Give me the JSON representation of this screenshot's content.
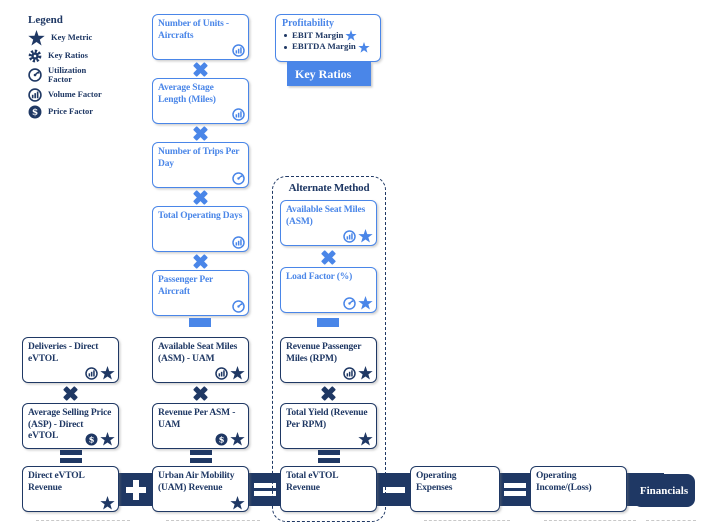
{
  "colors": {
    "accent_blue": "#4a86e8",
    "navy": "#1f3864",
    "white": "#ffffff"
  },
  "legend": {
    "title": "Legend",
    "items": [
      {
        "icon": "key-metric-star-icon",
        "label": "Key Metric"
      },
      {
        "icon": "key-ratios-gear-icon",
        "label": "Key Ratios"
      },
      {
        "icon": "utilization-factor-icon",
        "label": "Utilization Factor"
      },
      {
        "icon": "volume-factor-icon",
        "label": "Volume Factor"
      },
      {
        "icon": "price-factor-icon",
        "label": "Price Factor"
      }
    ]
  },
  "profitability": {
    "title": "Profitability",
    "items": [
      {
        "label": "EBIT Margin",
        "icon": "key-metric-star-icon"
      },
      {
        "label": "EBITDA Margin",
        "icon": "key-metric-star-icon"
      }
    ]
  },
  "key_ratios_banner": "Key Ratios",
  "alternate_method_title": "Alternate Method",
  "boxes": {
    "units": {
      "label": "Number of Units - Aircrafts",
      "icon": "volume-factor-icon"
    },
    "stage_length": {
      "label": "Average Stage Length (Miles)",
      "icon": "volume-factor-icon"
    },
    "trips_per_day": {
      "label": "Number of Trips Per Day",
      "icon": "utilization-factor-icon"
    },
    "operating_days": {
      "label": "Total Operating Days",
      "icon": "volume-factor-icon"
    },
    "passenger_per_aircraft": {
      "label": "Passenger Per Aircraft",
      "icon": "utilization-factor-icon"
    },
    "asm_alt": {
      "label": "Available Seat Miles (ASM)",
      "icon": "volume-factor-icon",
      "key_metric": true
    },
    "load_factor": {
      "label": "Load Factor (%)",
      "icon": "utilization-factor-icon",
      "key_metric": true
    },
    "rpm": {
      "label": "Revenue Passenger Miles (RPM)",
      "icon": "volume-factor-icon",
      "key_metric": true
    },
    "total_yield": {
      "label": "Total Yield (Revenue Per RPM)",
      "key_metric": true
    },
    "deliveries": {
      "label": "Deliveries - Direct eVTOL",
      "icon": "volume-factor-icon",
      "key_metric": true
    },
    "asp": {
      "label": "Average Selling Price (ASP) - Direct eVTOL",
      "icon": "price-factor-icon",
      "key_metric": true
    },
    "asm_uam": {
      "label": "Available Seat Miles (ASM) - UAM",
      "icon": "volume-factor-icon",
      "key_metric": true
    },
    "revenue_per_asm": {
      "label": "Revenue Per ASM - UAM",
      "icon": "price-factor-icon",
      "key_metric": true
    },
    "direct_revenue": {
      "label": "Direct eVTOL Revenue",
      "key_metric": true
    },
    "uam_revenue": {
      "label": "Urban Air Mobility (UAM) Revenue",
      "key_metric": true
    },
    "total_revenue": {
      "label": "Total eVTOL Revenue"
    },
    "opex": {
      "label": "Operating Expenses"
    },
    "operating_income": {
      "label": "Operating Income/(Loss)"
    },
    "financials": {
      "label": "Financials"
    }
  },
  "operators": {
    "multiply": "×",
    "plus": "+",
    "minus": "−",
    "equals": "="
  }
}
